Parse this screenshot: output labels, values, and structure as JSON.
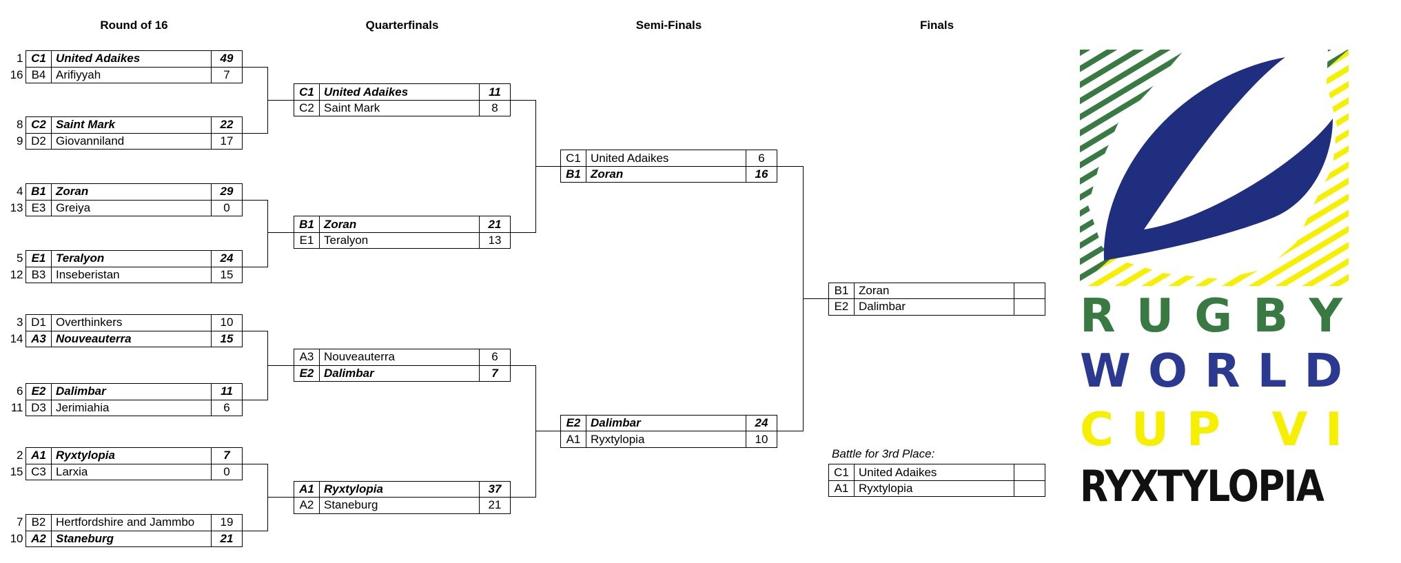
{
  "headers": [
    {
      "label": "Round of 16"
    },
    {
      "label": "Quarterfinals"
    },
    {
      "label": "Semi-Finals"
    },
    {
      "label": "Finals"
    }
  ],
  "third_place_label": "Battle for 3rd Place:",
  "bracket": {
    "r16": [
      {
        "seeds": [
          "1",
          "16"
        ],
        "rows": [
          {
            "code": "C1",
            "team": "United Adaikes",
            "score": "49",
            "winner": true
          },
          {
            "code": "B4",
            "team": "Arifiyyah",
            "score": "7",
            "winner": false
          }
        ]
      },
      {
        "seeds": [
          "8",
          "9"
        ],
        "rows": [
          {
            "code": "C2",
            "team": "Saint Mark",
            "score": "22",
            "winner": true
          },
          {
            "code": "D2",
            "team": "Giovanniland",
            "score": "17",
            "winner": false
          }
        ]
      },
      {
        "seeds": [
          "4",
          "13"
        ],
        "rows": [
          {
            "code": "B1",
            "team": "Zoran",
            "score": "29",
            "winner": true
          },
          {
            "code": "E3",
            "team": "Greiya",
            "score": "0",
            "winner": false
          }
        ]
      },
      {
        "seeds": [
          "5",
          "12"
        ],
        "rows": [
          {
            "code": "E1",
            "team": "Teralyon",
            "score": "24",
            "winner": true
          },
          {
            "code": "B3",
            "team": "Inseberistan",
            "score": "15",
            "winner": false
          }
        ]
      },
      {
        "seeds": [
          "3",
          "14"
        ],
        "rows": [
          {
            "code": "D1",
            "team": "Overthinkers",
            "score": "10",
            "winner": false
          },
          {
            "code": "A3",
            "team": "Nouveauterra",
            "score": "15",
            "winner": true
          }
        ]
      },
      {
        "seeds": [
          "6",
          "11"
        ],
        "rows": [
          {
            "code": "E2",
            "team": "Dalimbar",
            "score": "11",
            "winner": true
          },
          {
            "code": "D3",
            "team": "Jerimiahia",
            "score": "6",
            "winner": false
          }
        ]
      },
      {
        "seeds": [
          "2",
          "15"
        ],
        "rows": [
          {
            "code": "A1",
            "team": "Ryxtylopia",
            "score": "7",
            "winner": true
          },
          {
            "code": "C3",
            "team": "Larxia",
            "score": "0",
            "winner": false
          }
        ]
      },
      {
        "seeds": [
          "7",
          "10"
        ],
        "rows": [
          {
            "code": "B2",
            "team": "Hertfordshire and Jammbo",
            "score": "19",
            "winner": false
          },
          {
            "code": "A2",
            "team": "Staneburg",
            "score": "21",
            "winner": true
          }
        ]
      }
    ],
    "qf": [
      {
        "rows": [
          {
            "code": "C1",
            "team": "United Adaikes",
            "score": "11",
            "winner": true
          },
          {
            "code": "C2",
            "team": "Saint Mark",
            "score": "8",
            "winner": false
          }
        ]
      },
      {
        "rows": [
          {
            "code": "B1",
            "team": "Zoran",
            "score": "21",
            "winner": true
          },
          {
            "code": "E1",
            "team": "Teralyon",
            "score": "13",
            "winner": false
          }
        ]
      },
      {
        "rows": [
          {
            "code": "A3",
            "team": "Nouveauterra",
            "score": "6",
            "winner": false
          },
          {
            "code": "E2",
            "team": "Dalimbar",
            "score": "7",
            "winner": true
          }
        ]
      },
      {
        "rows": [
          {
            "code": "A1",
            "team": "Ryxtylopia",
            "score": "37",
            "winner": true
          },
          {
            "code": "A2",
            "team": "Staneburg",
            "score": "21",
            "winner": false
          }
        ]
      }
    ],
    "sf": [
      {
        "rows": [
          {
            "code": "C1",
            "team": "United Adaikes",
            "score": "6",
            "winner": false
          },
          {
            "code": "B1",
            "team": "Zoran",
            "score": "16",
            "winner": true
          }
        ]
      },
      {
        "rows": [
          {
            "code": "E2",
            "team": "Dalimbar",
            "score": "24",
            "winner": true
          },
          {
            "code": "A1",
            "team": "Ryxtylopia",
            "score": "10",
            "winner": false
          }
        ]
      }
    ],
    "final": [
      {
        "rows": [
          {
            "code": "B1",
            "team": "Zoran",
            "score": "",
            "winner": false
          },
          {
            "code": "E2",
            "team": "Dalimbar",
            "score": "",
            "winner": false
          }
        ]
      }
    ],
    "third": [
      {
        "rows": [
          {
            "code": "C1",
            "team": "United Adaikes",
            "score": "",
            "winner": false
          },
          {
            "code": "A1",
            "team": "Ryxtylopia",
            "score": "",
            "winner": false
          }
        ]
      }
    ]
  },
  "logo": {
    "words": [
      "RUGBY",
      "WORLD",
      "CUP VI"
    ],
    "title": "RYXTYLOPIA",
    "colors": {
      "green": "#387A42",
      "yellow": "#F6F000",
      "blue": "#2B3990",
      "navy": "#1F2E7F",
      "black": "#111111"
    }
  }
}
